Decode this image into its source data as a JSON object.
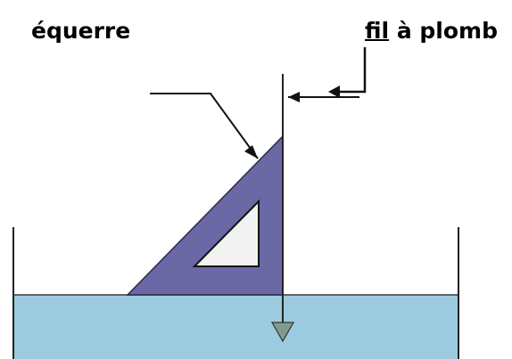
{
  "labels": {
    "equerre": "équerre",
    "fil": "fil",
    "a_plomb": " à plomb"
  },
  "colors": {
    "water": "#9ccbe0",
    "water_line": "#3a3a3a",
    "square_fill": "#6b68a6",
    "square_stroke": "#2b2a4a",
    "square_hole": "#f2f2f2",
    "plumb_weight": "#7f9c8f",
    "ink": "#000000"
  }
}
